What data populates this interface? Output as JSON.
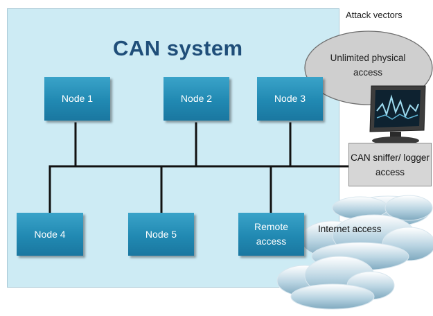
{
  "diagram": {
    "system_title": "CAN system",
    "nodes": [
      {
        "id": "node-1",
        "label": "Node 1"
      },
      {
        "id": "node-2",
        "label": "Node 2"
      },
      {
        "id": "node-3",
        "label": "Node 3"
      },
      {
        "id": "node-4",
        "label": "Node 4"
      },
      {
        "id": "node-5",
        "label": "Node 5"
      },
      {
        "id": "remote-access",
        "label": "Remote access"
      }
    ],
    "attack": {
      "title": "Attack vectors",
      "physical": "Unlimited physical access",
      "sniffer": "CAN sniffer/ logger access",
      "internet": "Internet access"
    }
  },
  "colors": {
    "system_bg": "#cdebf4",
    "node_fill": "#2a93bd",
    "bus_line": "#111111",
    "title_text": "#1f4e79"
  }
}
